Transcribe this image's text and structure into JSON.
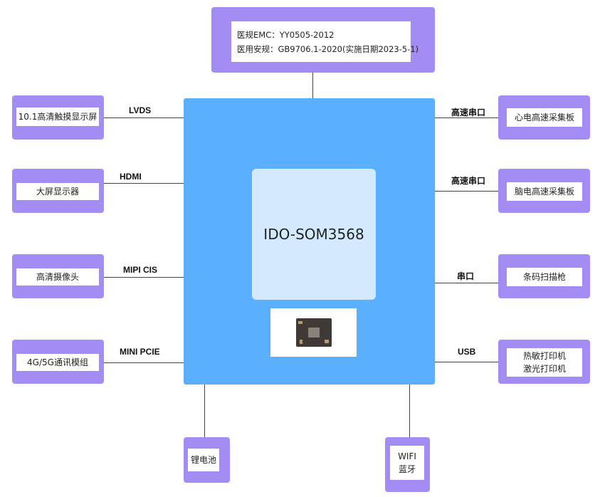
{
  "core": {
    "title": "IDO-SOM3568"
  },
  "top": {
    "line1": "医规EMC：YY0505-2012",
    "line2": "医用安规：GB9706.1-2020(实施日期2023-5-1)"
  },
  "left": [
    {
      "label": "10.1高清触摸显示屏",
      "interface": "LVDS"
    },
    {
      "label": "大屏显示器",
      "interface": "HDMI"
    },
    {
      "label": "高清摄像头",
      "interface": "MIPI CIS"
    },
    {
      "label": "4G/5G通讯模组",
      "interface": "MINI PCIE"
    }
  ],
  "right": [
    {
      "label": "心电高速采集板",
      "interface": "高速串口"
    },
    {
      "label": "脑电高速采集板",
      "interface": "高速串口"
    },
    {
      "label": "条码扫描枪",
      "interface": "串口"
    },
    {
      "label_line1": "热敏打印机",
      "label_line2": "激光打印机",
      "interface": "USB"
    }
  ],
  "bottom": [
    {
      "label": "锂电池"
    },
    {
      "label_line1": "WIFI",
      "label_line2": "蓝牙"
    }
  ],
  "colors": {
    "peripheral_box": "#a48cf5",
    "core_block": "#5ab0fc",
    "core_inner": "#d3e9fd"
  }
}
